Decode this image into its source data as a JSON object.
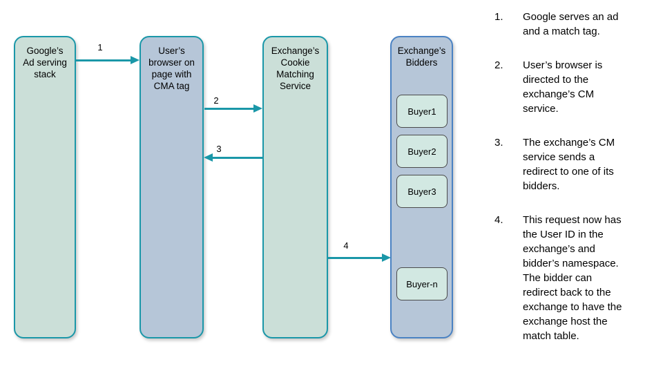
{
  "colors": {
    "teal": "#1a97a8",
    "green_fill": "#cbdfd8",
    "blue_fill": "#b6c6d8",
    "bidders_border": "#4a82c3",
    "buyer_fill": "#d2e8e2",
    "buyer_border": "#4a4a4a",
    "text": "#000000"
  },
  "diagram": {
    "nodes": [
      {
        "id": "google-ad-stack",
        "label": "Google’s\nAd serving\nstack"
      },
      {
        "id": "user-browser",
        "label": "User’s\nbrowser on\npage with\nCMA tag"
      },
      {
        "id": "cookie-matching-service",
        "label": "Exchange’s\nCookie\nMatching\nService"
      },
      {
        "id": "exchange-bidders",
        "label": "Exchange’s\nBidders"
      }
    ],
    "buyers": [
      "Buyer1",
      "Buyer2",
      "Buyer3",
      "Buyer-n"
    ],
    "arrows": [
      {
        "label": "1",
        "from": "google-ad-stack",
        "to": "user-browser"
      },
      {
        "label": "2",
        "from": "user-browser",
        "to": "cookie-matching-service"
      },
      {
        "label": "3",
        "from": "cookie-matching-service",
        "to": "user-browser"
      },
      {
        "label": "4",
        "from": "cookie-matching-service",
        "to": "exchange-bidders"
      }
    ]
  },
  "steps": [
    {
      "num": "1.",
      "text": "Google serves an ad\nand a match tag."
    },
    {
      "num": "2.",
      "text": "User’s browser is\ndirected to the\nexchange’s CM\nservice."
    },
    {
      "num": "3.",
      "text": "The exchange’s CM\nservice sends a\nredirect to one of its\nbidders."
    },
    {
      "num": "4.",
      "text": "This request now has\nthe User ID in the\nexchange’s and\nbidder’s namespace.\nThe bidder can\nredirect back to the\nexchange to have the\nexchange host the\nmatch table."
    }
  ]
}
